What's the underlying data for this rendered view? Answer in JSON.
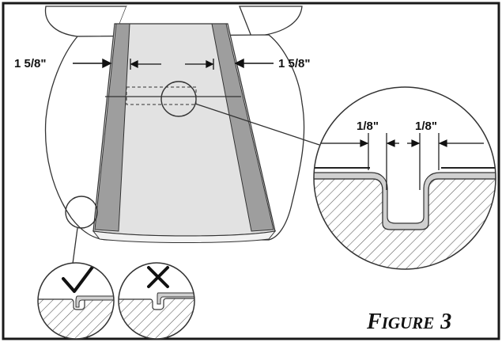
{
  "labels": {
    "seat_left_width": "1 5/8\"",
    "seat_right_width": "1 5/8\"",
    "detail_left_gap": "1/8\"",
    "detail_right_gap": "1/8\""
  },
  "caption": {
    "first_letter": "F",
    "rest_letters": "IGURE",
    "number": "3"
  },
  "marks": {
    "correct_symbol": "check-mark",
    "incorrect_symbol": "x-mark"
  },
  "colors": {
    "frame": "#1a1a1a",
    "cover_light": "#e2e2e2",
    "cover_band": "#9e9e9e",
    "seat_outline": "#333333",
    "hatch": "#555555",
    "piping": "#d0d0d0"
  }
}
